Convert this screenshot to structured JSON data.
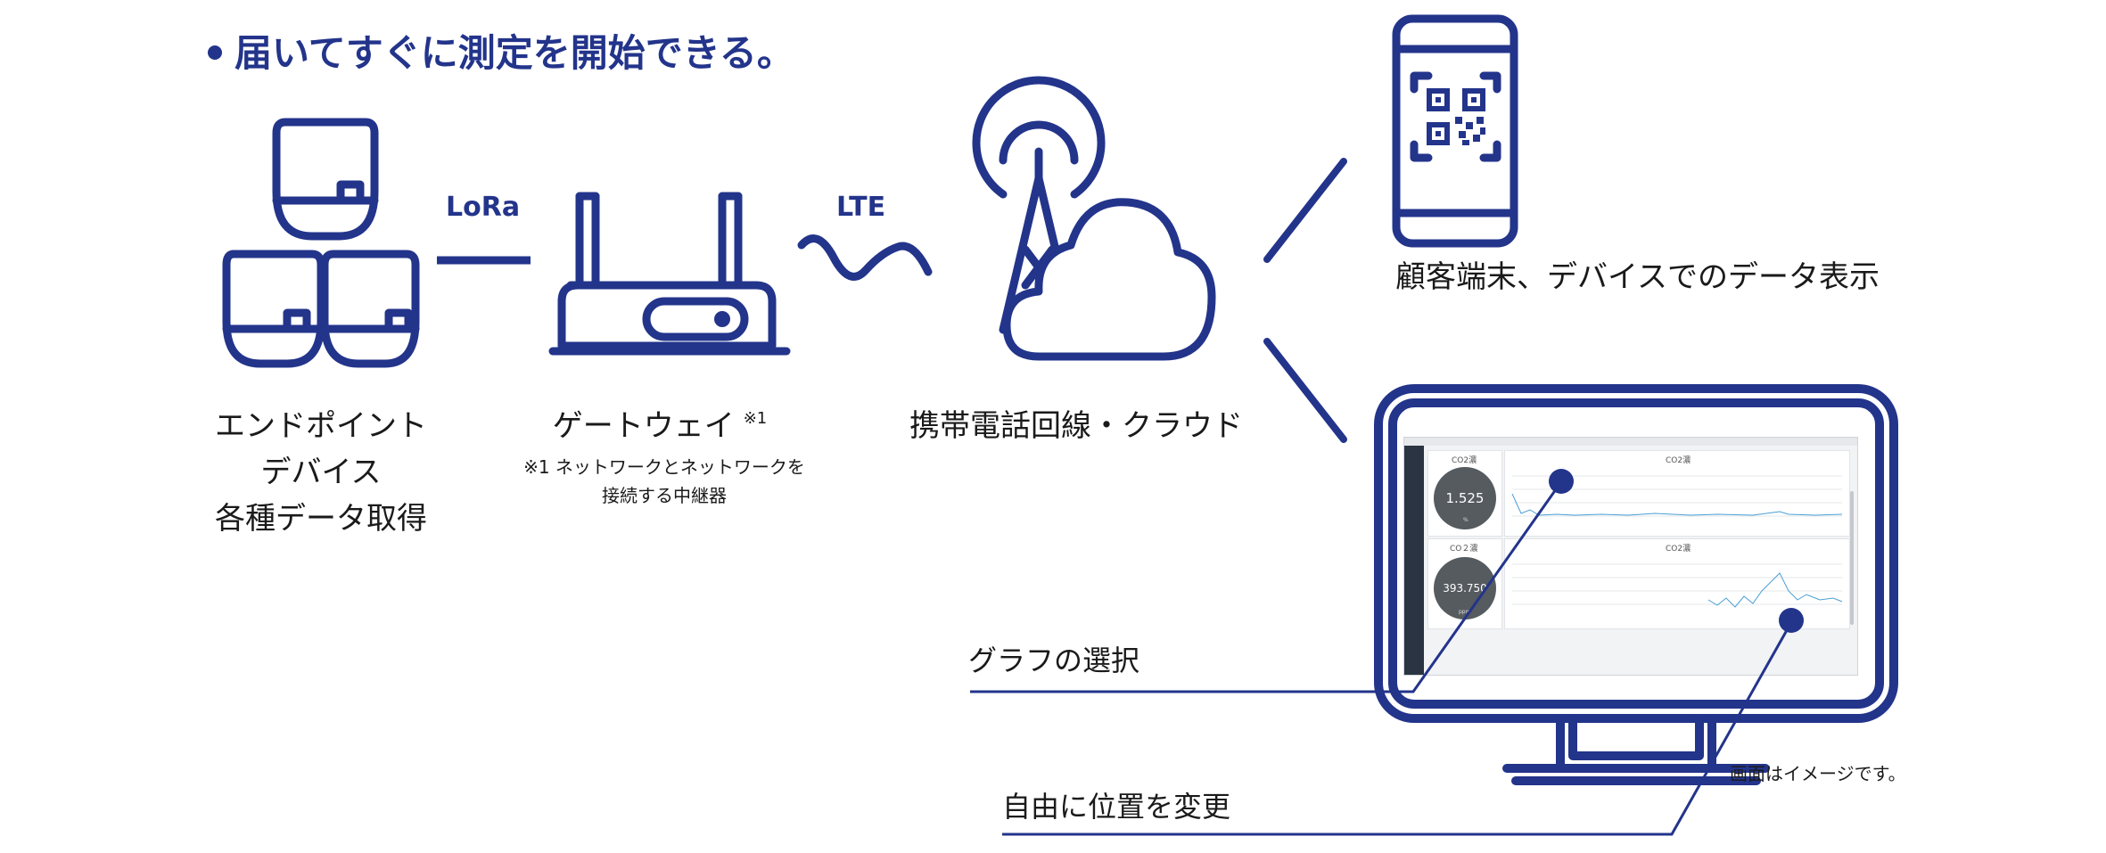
{
  "headline": "届いてすぐに測定を開始できる。",
  "labels": {
    "lora": "LoRa",
    "lte": "LTE",
    "endpoint_line1": "エンドポイント",
    "endpoint_line2": "デバイス",
    "endpoint_line3": "各種データ取得",
    "gateway": "ゲートウェイ",
    "gateway_mark": "※1",
    "gateway_note_line1": "※1 ネットワークとネットワークを",
    "gateway_note_line2": "接続する中継器",
    "cloud": "携帯電話回線・クラウド",
    "smartphone": "顧客端末、デバイスでのデータ表示",
    "graph_select": "グラフの選択",
    "reposition": "自由に位置を変更",
    "screen_note": "画面はイメージです。"
  },
  "dashboard": {
    "panel1_title": "CO2濃",
    "panel1_value": "1.525",
    "panel1_unit": "%",
    "panel1_chart_title": "CO2濃",
    "panel2_title": "CO２濃",
    "panel2_value": "393.750",
    "panel2_unit": "ppm",
    "panel2_chart_title": "CO2濃"
  },
  "colors": {
    "accent": "#23348b",
    "gauge": "#555b5f",
    "chart_line": "#4a9fd4"
  },
  "icons": [
    "endpoint-device-icon",
    "gateway-router-icon",
    "cell-tower-icon",
    "cloud-icon",
    "smartphone-qr-icon",
    "monitor-icon",
    "wave-icon"
  ]
}
